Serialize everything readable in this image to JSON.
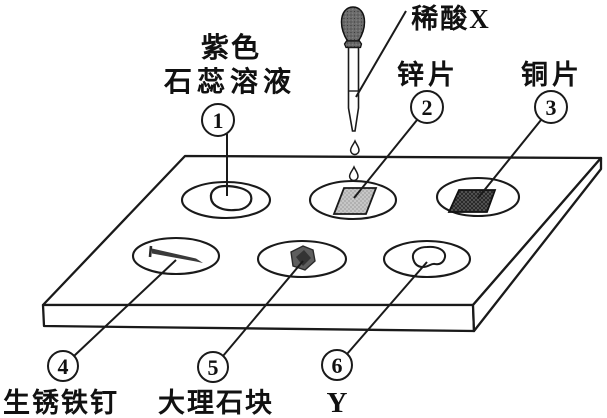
{
  "diagram": {
    "type": "chemistry-spot-plate-experiment",
    "labels": {
      "litmus_line1": "紫色",
      "litmus_line2": "石蕊溶液",
      "dilute_acid": "稀酸X",
      "zinc": "锌片",
      "copper": "铜片",
      "rusty_nail": "生锈铁钉",
      "marble": "大理石块",
      "sample_y": "Y"
    },
    "markers": {
      "well1": "1",
      "well2": "2",
      "well3": "3",
      "well4": "4",
      "well5": "5",
      "well6": "6"
    },
    "colors": {
      "background": "#ffffff",
      "ink": "#1a1a1a",
      "zinc_fill": "#c6c6c6",
      "copper_fill": "#606060",
      "bulb_fill": "#6b6b6b",
      "marble_fill": "#5e5e5e",
      "marble_dark": "#333333",
      "nail_fill": "#3a3a3a"
    }
  }
}
